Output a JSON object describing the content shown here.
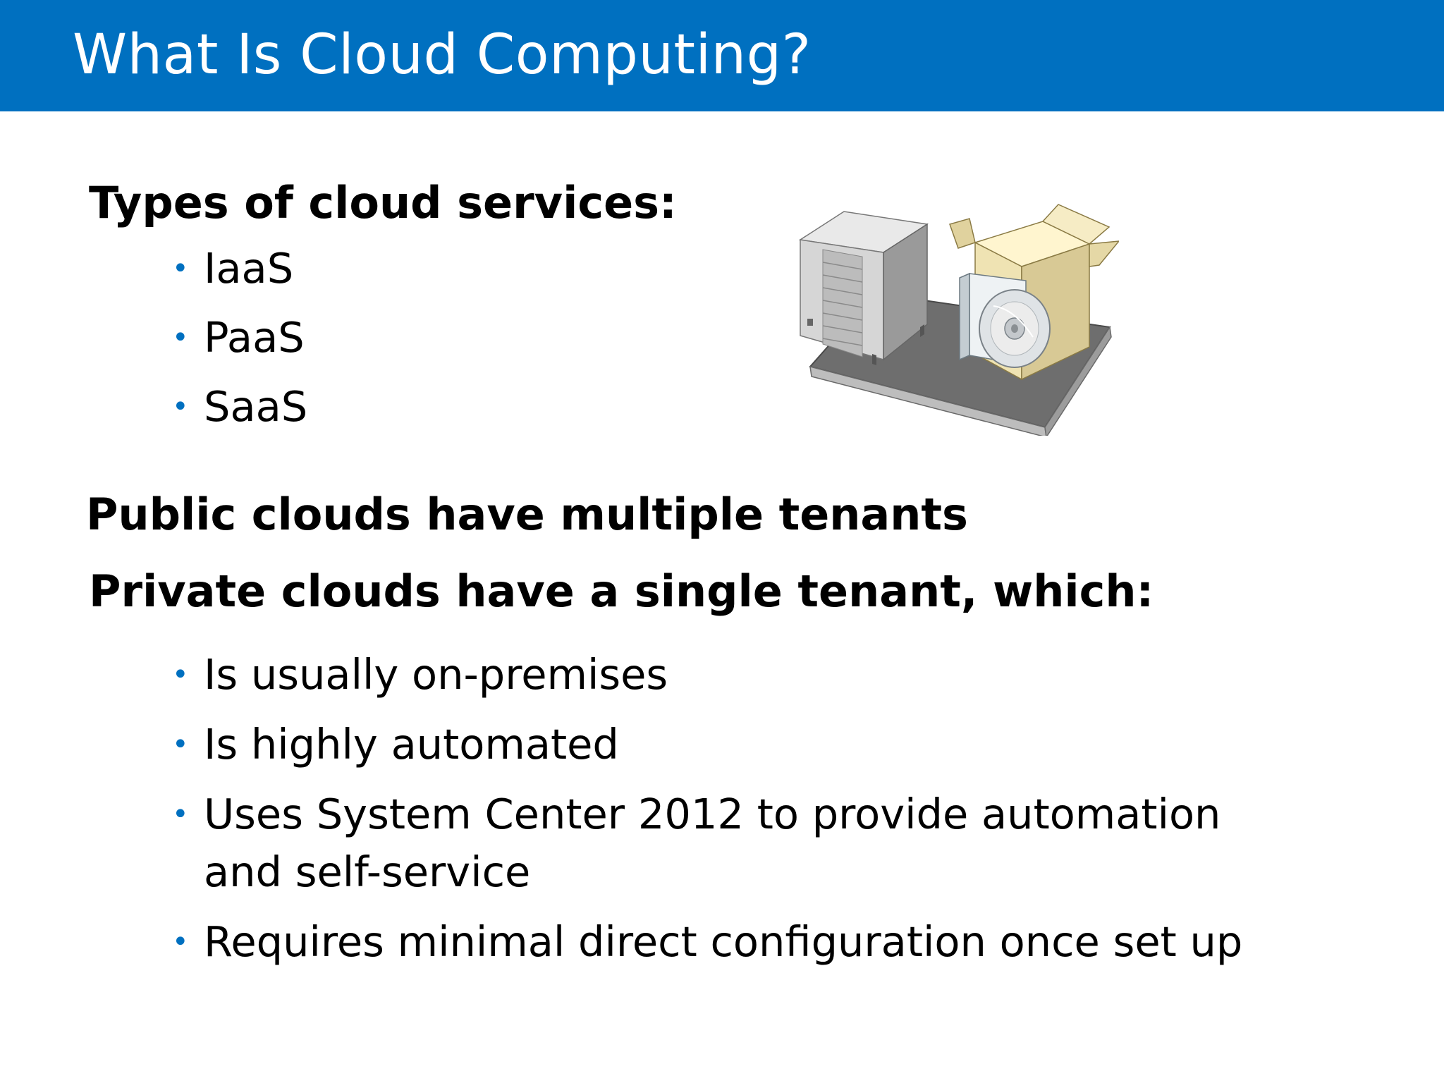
{
  "slide": {
    "title": "What Is Cloud Computing?",
    "accent_color": "#0070c0"
  },
  "types_section": {
    "heading": "Types of cloud services:",
    "bullets": [
      "IaaS",
      "PaaS",
      "SaaS"
    ]
  },
  "public_heading": "Public clouds have multiple tenants",
  "private_section": {
    "heading": "Private clouds have a single tenant, which:",
    "bullets": [
      "Is usually on-premises",
      "Is highly automated",
      "Uses System Center 2012 to provide automation and self-service",
      "Requires minimal direct configuration once set up"
    ]
  },
  "illustration": {
    "icon": "server-with-software-box-icon"
  }
}
